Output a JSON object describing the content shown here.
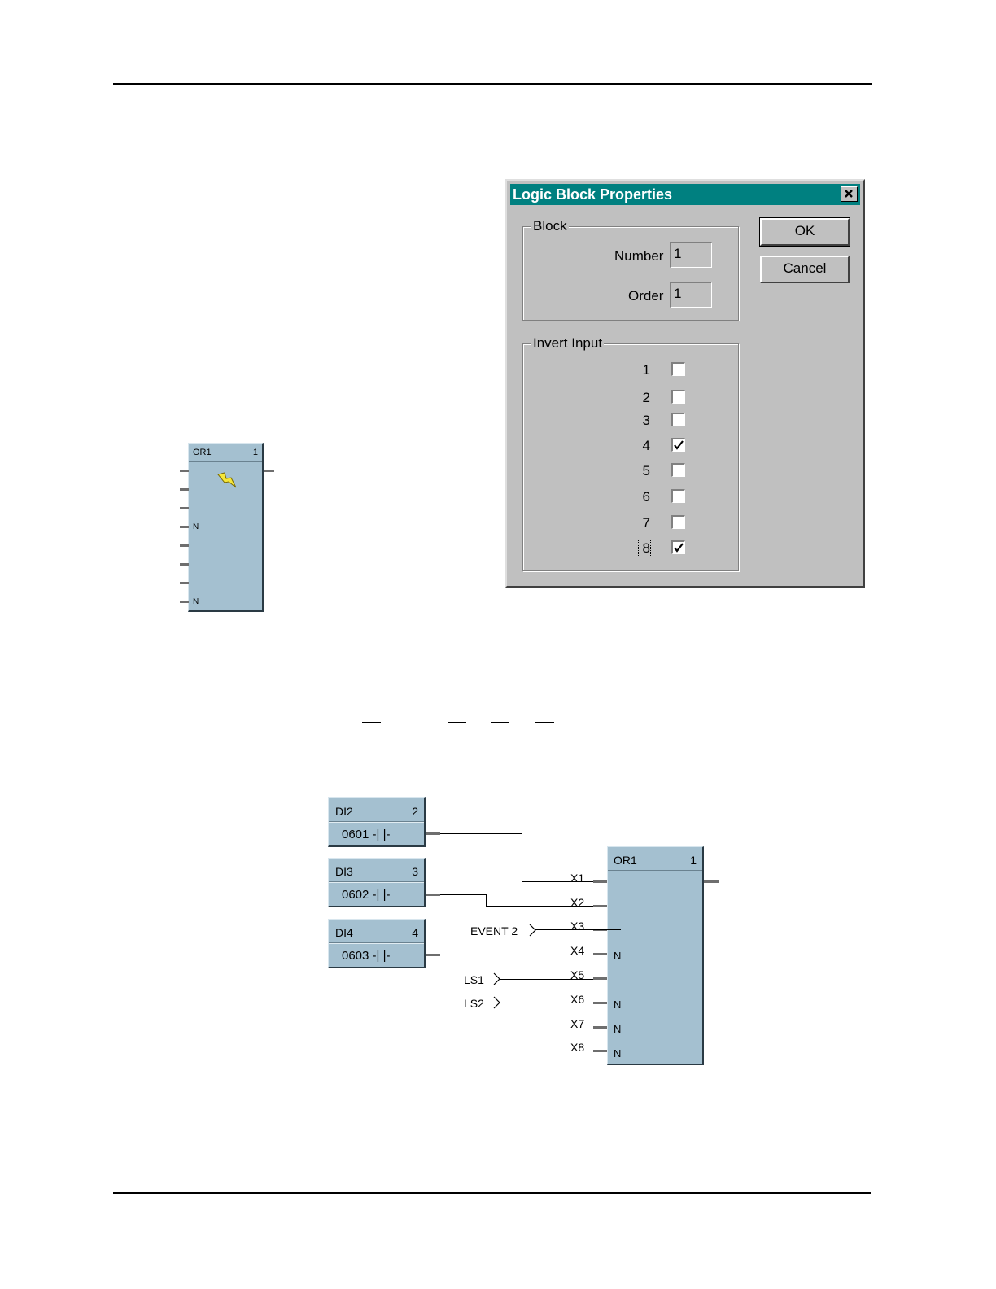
{
  "dialog": {
    "title": "Logic Block Properties",
    "block_group": {
      "label": "Block",
      "number_label": "Number",
      "number_value": "1",
      "order_label": "Order",
      "order_value": "1"
    },
    "invert_group": {
      "label": "Invert Input",
      "inputs": [
        {
          "label": "1",
          "checked": false
        },
        {
          "label": "2",
          "checked": false
        },
        {
          "label": "3",
          "checked": false
        },
        {
          "label": "4",
          "checked": true
        },
        {
          "label": "5",
          "checked": false
        },
        {
          "label": "6",
          "checked": false
        },
        {
          "label": "7",
          "checked": false
        },
        {
          "label": "8",
          "checked": true
        }
      ]
    },
    "ok_label": "OK",
    "cancel_label": "Cancel"
  },
  "small_block": {
    "name": "OR1",
    "order": "1",
    "invert_marks": [
      "N",
      "N"
    ]
  },
  "diagram": {
    "di_blocks": [
      {
        "name": "DI2",
        "order": "2",
        "value": "0601 -| |-"
      },
      {
        "name": "DI3",
        "order": "3",
        "value": "0602 -| |-"
      },
      {
        "name": "DI4",
        "order": "4",
        "value": "0603 -| |-"
      }
    ],
    "or_block": {
      "name": "OR1",
      "order": "1"
    },
    "inputs": [
      "X1",
      "X2",
      "X3",
      "X4",
      "X5",
      "X6",
      "X7",
      "X8"
    ],
    "invert_marks": [
      "N",
      "N",
      "N",
      "N"
    ],
    "signals": [
      "EVENT 2",
      "LS1",
      "LS2"
    ]
  },
  "colors": {
    "titlebar": "#008080",
    "block": "#a4c0d0",
    "dialog": "#c0c0c0"
  }
}
